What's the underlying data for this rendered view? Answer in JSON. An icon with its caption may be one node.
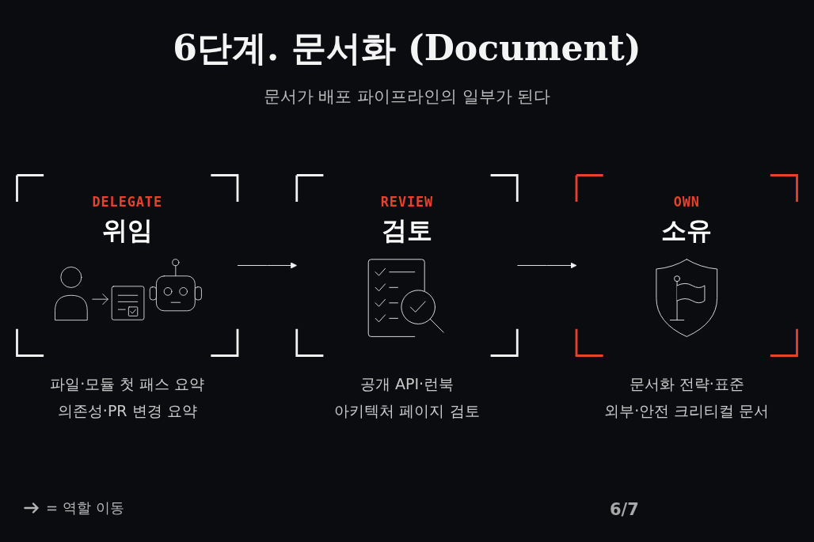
{
  "diagram": {
    "title": "6단계. 문서화 (Document)",
    "nodes": [
      {
        "text": [
          "DELEGATE",
          "위임"
        ],
        "beside": [
          "파일·모듈 첫 패스 요약",
          "의존성·PR 변경 요약"
        ]
      },
      {
        "text": [
          "REVIEW",
          "검토"
        ],
        "beside": [
          "공개 API·런북",
          "아키텍처 페이지 검토"
        ]
      },
      {
        "text": [
          "OWN",
          "소유"
        ],
        "beside": [
          "문서화 전략·표준",
          "외부·안전 크리티컬 문서"
        ]
      }
    ],
    "edges": [
      {
        "from": 0,
        "to": 1,
        "arrow": "to"
      },
      {
        "from": 1,
        "to": 2,
        "arrow": "to"
      }
    ],
    "labels": [
      "문서가 배포 파이프라인의 일부가 된다",
      "6/7"
    ],
    "legend": [
      {
        "text": "= 역할 이동"
      }
    ]
  }
}
